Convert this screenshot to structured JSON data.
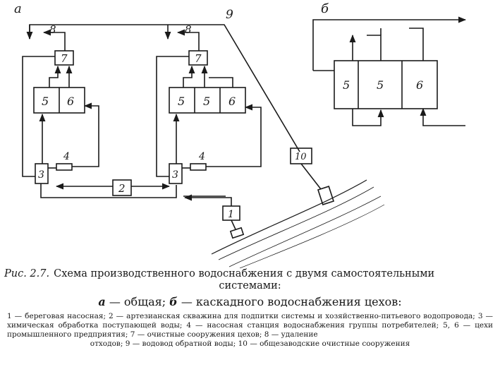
{
  "diagram": {
    "panel_a_label": "а",
    "panel_b_label": "б",
    "labels": {
      "n1": "1",
      "n2": "2",
      "n3": "3",
      "n4": "4",
      "n5": "5",
      "n6": "6",
      "n7": "7",
      "n8": "8",
      "n9": "9",
      "n10": "10"
    }
  },
  "caption": {
    "prefix": "Рис. 2.7.",
    "title_part1": "Схема производственного водоснабжения с двумя самостоятельными",
    "title_part2": "системами:",
    "sub_a_letter": "а",
    "sub_a_text": " — общая; ",
    "sub_b_letter": "б",
    "sub_b_text": " — каскадного водоснабжения цехов:",
    "legend_main": "1 — береговая насосная; 2 — артезианская скважина для подпитки системы и хозяйственно-питьевого водопровода; 3 — химическая обработка поступающей воды; 4 — насосная станция водоснабжения группы потребителей; 5, 6 — цехи промышленного предприятия; 7 — очистные сооружения цехов; 8 — удаление",
    "legend_last": "отходов; 9 — водовод обратной воды; 10 — общезаводские очистные сооружения"
  }
}
